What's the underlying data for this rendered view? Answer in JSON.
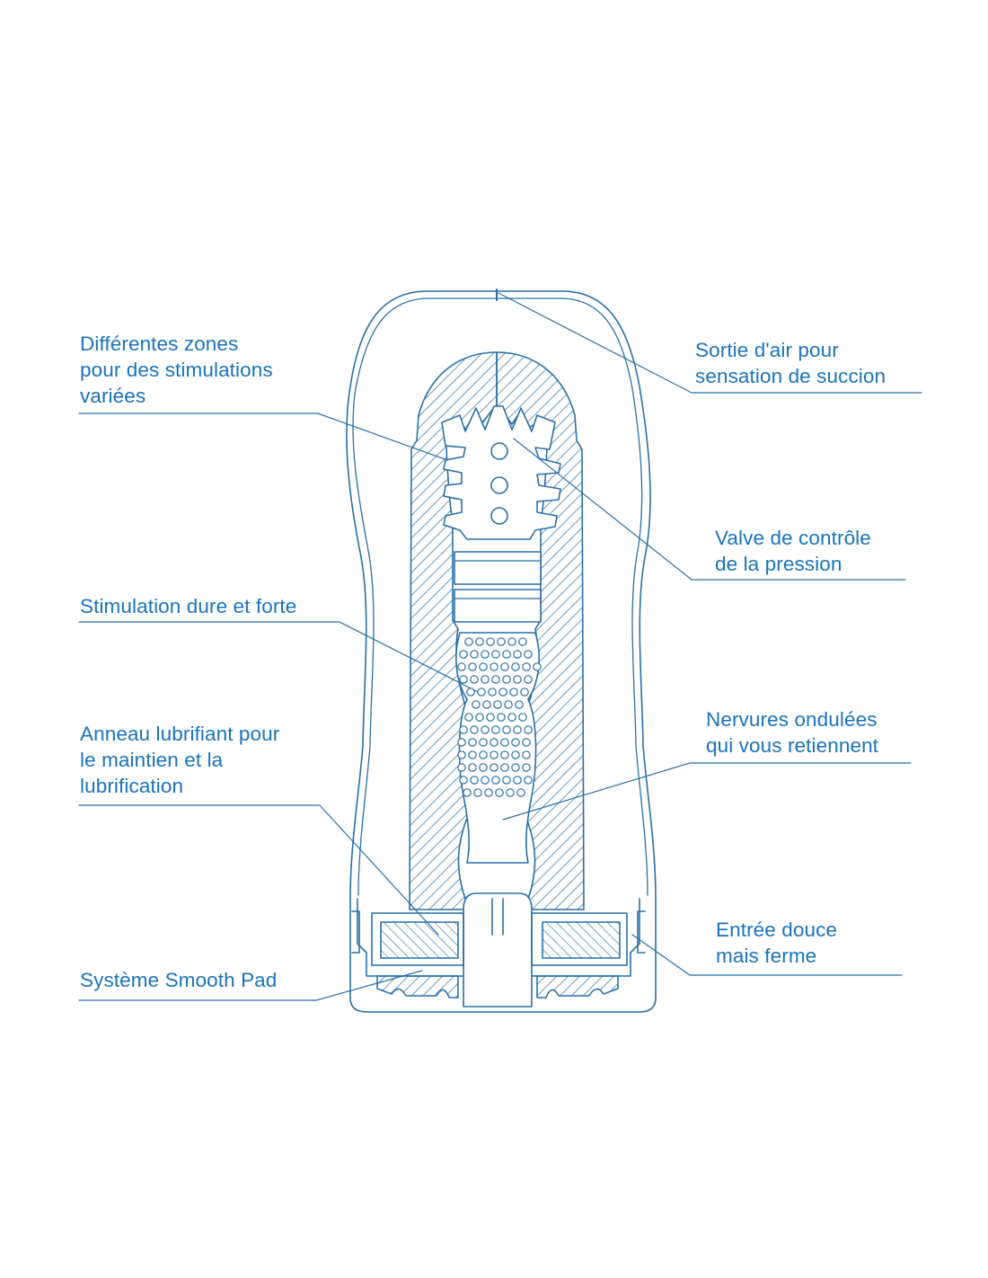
{
  "colors": {
    "line": "#2a6fa8",
    "text": "#1a73bd",
    "background": "#ffffff"
  },
  "labels": {
    "zones": {
      "lines": [
        "Différentes zones",
        "pour des stimulations",
        "variées"
      ]
    },
    "air_outlet": {
      "lines": [
        "Sortie d'air pour",
        "sensation de succion"
      ]
    },
    "valve": {
      "lines": [
        "Valve de contrôle",
        "de la pression"
      ]
    },
    "stimulation": {
      "lines": [
        "Stimulation dure et forte"
      ]
    },
    "ribs": {
      "lines": [
        "Nervures ondulées",
        "qui vous retiennent"
      ]
    },
    "lube_ring": {
      "lines": [
        "Anneau lubrifiant pour",
        "le maintien et la",
        "lubrification"
      ]
    },
    "entry": {
      "lines": [
        "Entrée douce",
        "mais ferme"
      ]
    },
    "smooth_pad": {
      "lines": [
        "Système Smooth Pad"
      ]
    }
  }
}
